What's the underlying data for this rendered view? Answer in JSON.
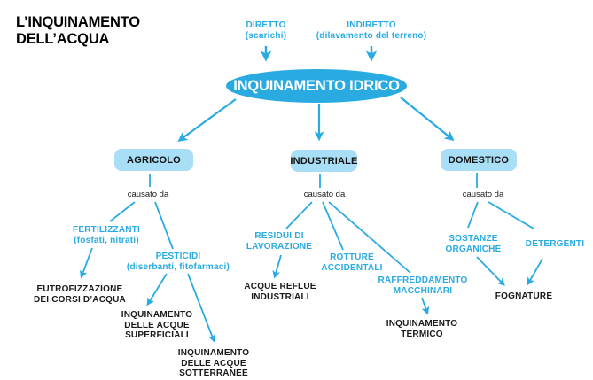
{
  "title": "L’INQUINAMENTO\nDELL’ACQUA",
  "inputs": {
    "diretto": "DIRETTO\n(scarichi)",
    "indiretto": "INDIRETTO\n(dilavamento del terreno)"
  },
  "central_node": "INQUINAMENTO IDRICO",
  "branches": {
    "agricolo": {
      "label": "AGRICOLO",
      "connector": "causato da"
    },
    "industriale": {
      "label": "INDUSTRIALE",
      "connector": "causato da"
    },
    "domestico": {
      "label": "DOMESTICO",
      "connector": "causato da"
    }
  },
  "causes": {
    "fertilizzanti": "FERTILIZZANTI\n(fosfati, nitrati)",
    "pesticidi": "PESTICIDI\n(diserbanti, fitofarmaci)",
    "residui_lavorazione": "RESIDUI DI\nLAVORAZIONE",
    "rotture_accidentali": "ROTTURE\nACCIDENTALI",
    "raffreddamento_macchinari": "RAFFREDDAMENTO\nMACCHINARI",
    "sostanze_organiche": "SOSTANZE\nORGANICHE",
    "detergenti": "DETERGENTI"
  },
  "effects": {
    "eutrofizzazione": "EUTROFIZZAZIONE\nDEI CORSI D’ACQUA",
    "inquinamento_superficiali": "INQUINAMENTO\nDELLE ACQUE\nSUPERFICIALI",
    "inquinamento_sotterranee": "INQUINAMENTO\nDELLE ACQUE\nSOTTERRANEE",
    "acque_reflue": "ACQUE REFLUE\nINDUSTRIALI",
    "inquinamento_termico": "INQUINAMENTO\nTERMICO",
    "fognature": "FOGNATURE"
  },
  "edges": [
    {
      "from": "diretto",
      "to": "inquinamento-idrico",
      "arrow": true
    },
    {
      "from": "indiretto",
      "to": "inquinamento-idrico",
      "arrow": true
    },
    {
      "from": "inquinamento-idrico",
      "to": "agricolo",
      "arrow": true
    },
    {
      "from": "inquinamento-idrico",
      "to": "industriale",
      "arrow": true
    },
    {
      "from": "inquinamento-idrico",
      "to": "domestico",
      "arrow": true
    },
    {
      "from": "agricolo",
      "to": "fertilizzanti",
      "via": "causato da",
      "arrow": false
    },
    {
      "from": "agricolo",
      "to": "pesticidi",
      "via": "causato da",
      "arrow": false
    },
    {
      "from": "fertilizzanti",
      "to": "eutrofizzazione",
      "arrow": true
    },
    {
      "from": "pesticidi",
      "to": "inquinamento-superficiali",
      "arrow": true
    },
    {
      "from": "pesticidi",
      "to": "inquinamento-sotterranee",
      "arrow": true
    },
    {
      "from": "industriale",
      "to": "residui-lavorazione",
      "via": "causato da",
      "arrow": false
    },
    {
      "from": "industriale",
      "to": "rotture-accidentali",
      "via": "causato da",
      "arrow": false
    },
    {
      "from": "industriale",
      "to": "raffreddamento-macchinari",
      "via": "causato da",
      "arrow": false
    },
    {
      "from": "residui-lavorazione",
      "to": "acque-reflue",
      "arrow": true
    },
    {
      "from": "raffreddamento-macchinari",
      "to": "inquinamento-termico",
      "arrow": true
    },
    {
      "from": "domestico",
      "to": "sostanze-organiche",
      "via": "causato da",
      "arrow": false
    },
    {
      "from": "domestico",
      "to": "detergenti",
      "via": "causato da",
      "arrow": false
    },
    {
      "from": "sostanze-organiche",
      "to": "fognature",
      "arrow": true
    },
    {
      "from": "detergenti",
      "to": "fognature",
      "arrow": true
    }
  ],
  "colors": {
    "accent_blue": "#29ABE2",
    "light_blue": "#A8DFF7",
    "text_black": "#1A1A1A",
    "background": "#FFFFFF"
  }
}
